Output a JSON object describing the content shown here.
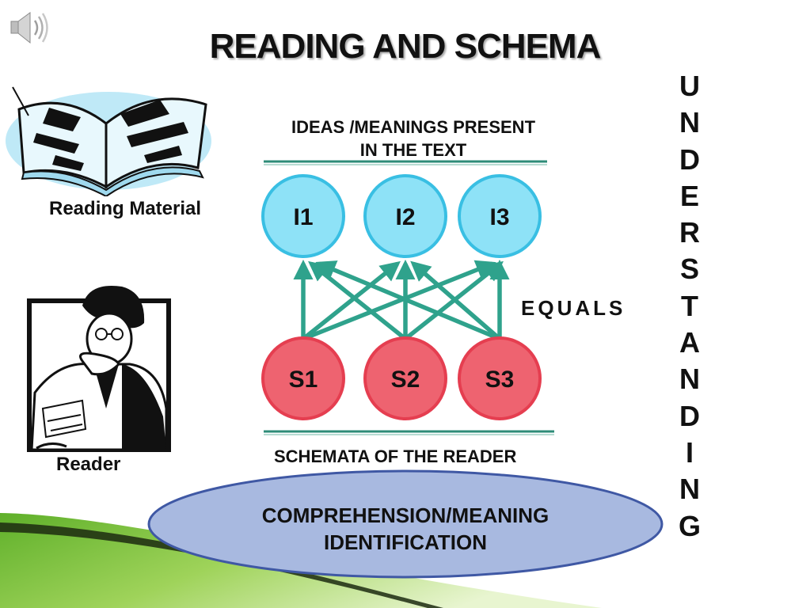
{
  "slide": {
    "title": "READING AND SCHEMA",
    "speaker_icon": "speaker-icon"
  },
  "left_panel": {
    "reading_material_label": "Reading Material",
    "reader_label": "Reader",
    "book_icon": "open-book-icon",
    "reader_icon": "reader-with-glasses-icon"
  },
  "diagram": {
    "ideas_header_line1": "IDEAS /MEANINGS  PRESENT",
    "ideas_header_line2": "IN THE TEXT",
    "ideas": [
      "I1",
      "I2",
      "I3"
    ],
    "schemata": [
      "S1",
      "S2",
      "S3"
    ],
    "schemata_label": "SCHEMATA OF THE READER",
    "equals": "EQUALS",
    "connections": "each schema node connects to every idea node"
  },
  "comprehension": {
    "line1": "COMPREHENSION/MEANING",
    "line2": "IDENTIFICATION"
  },
  "understanding": {
    "letters": [
      "U",
      "N",
      "D",
      "E",
      "R",
      "S",
      "T",
      "A",
      "N",
      "D",
      "I",
      "N",
      "G"
    ]
  },
  "colors": {
    "idea_fill": "#8ee2f7",
    "idea_stroke": "#39bfe3",
    "schema_fill": "#ee6370",
    "schema_stroke": "#e53e50",
    "arrow": "#2fa28c",
    "rule": "#2e8c78",
    "ellipse_fill": "#a8b9e0",
    "ellipse_stroke": "#3f58a4",
    "swoosh_green": "#7cc540"
  }
}
